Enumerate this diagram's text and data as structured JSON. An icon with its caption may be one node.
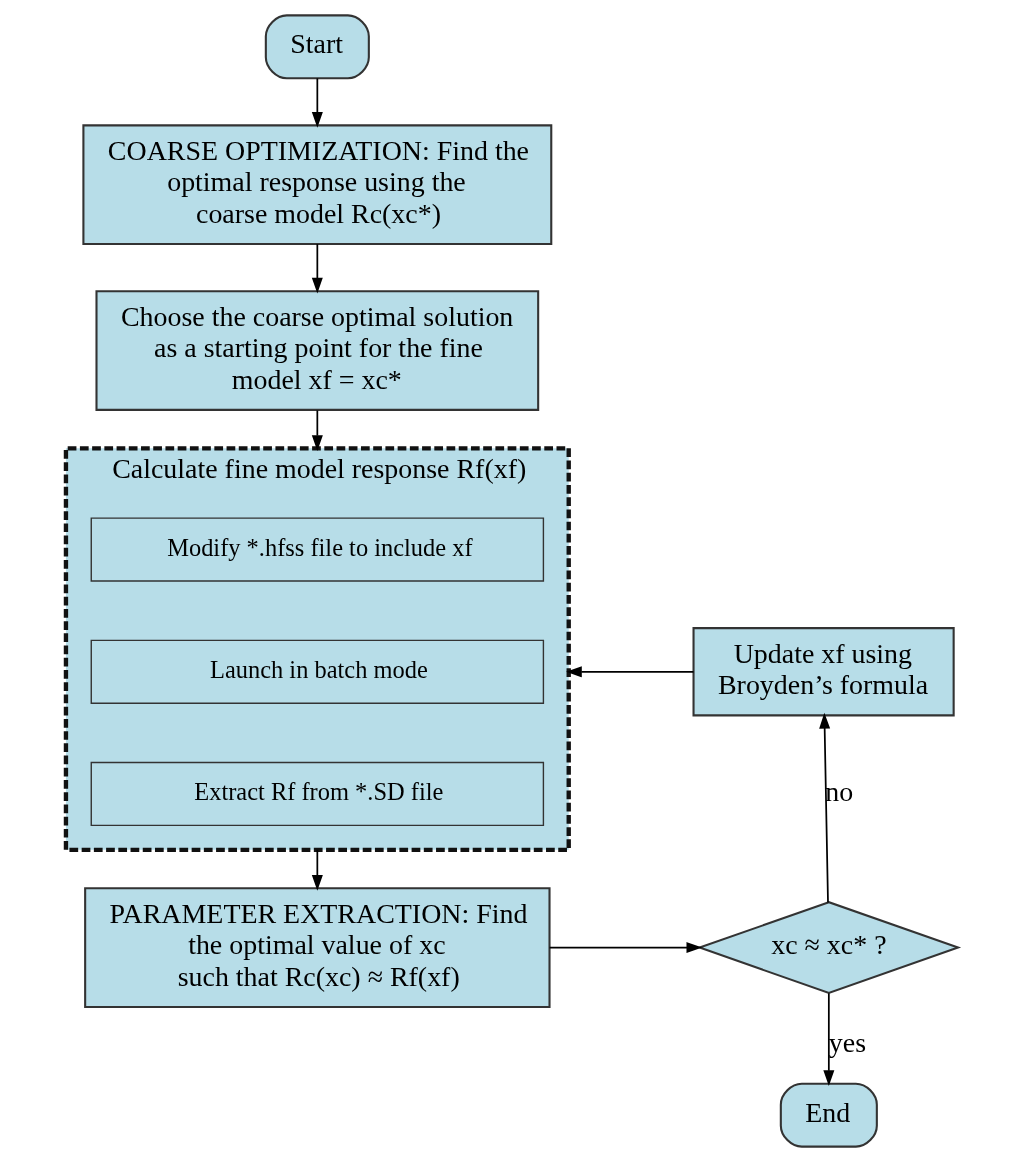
{
  "diagram": {
    "nodes": [
      {
        "text": [
          "Start"
        ]
      },
      {
        "text": [
          "COARSE OPTIMIZATION: Find the optimal response using the coarse model Rc(xc*)"
        ]
      },
      {
        "text": [
          "Choose the coarse optimal solution as a starting point for the fine model xf = xc*"
        ]
      },
      {
        "text": [
          "Calculate fine model response Rf(xf)"
        ]
      },
      {
        "text": [
          "Modify *.hfss file to include xf"
        ],
        "in": 3
      },
      {
        "text": [
          "Launch in batch mode"
        ],
        "in": 3
      },
      {
        "text": [
          "Extract Rf from *.SD file"
        ],
        "in": 3
      },
      {
        "text": [
          "PARAMETER EXTRACTION: Find the optimal value of xc such that Rc(xc) ≈ Rf(xf)"
        ]
      },
      {
        "text": [
          "xc ≈ xc* ?"
        ]
      },
      {
        "text": [
          "Update xf using Broyden’s formula"
        ]
      },
      {
        "text": [
          "End"
        ]
      }
    ],
    "edges": [
      {
        "from": 0,
        "to": 1,
        "arrow": "to"
      },
      {
        "from": 1,
        "to": 2,
        "arrow": "to"
      },
      {
        "from": 2,
        "to": 3,
        "arrow": "to"
      },
      {
        "from": 3,
        "to": 7,
        "arrow": "to"
      },
      {
        "from": 7,
        "to": 8,
        "arrow": "to"
      },
      {
        "from": 8,
        "to": 9,
        "label": "no",
        "arrow": "to"
      },
      {
        "from": 9,
        "to": 3,
        "arrow": "to"
      },
      {
        "from": 8,
        "to": 10,
        "label": "yes",
        "arrow": "to"
      }
    ]
  }
}
